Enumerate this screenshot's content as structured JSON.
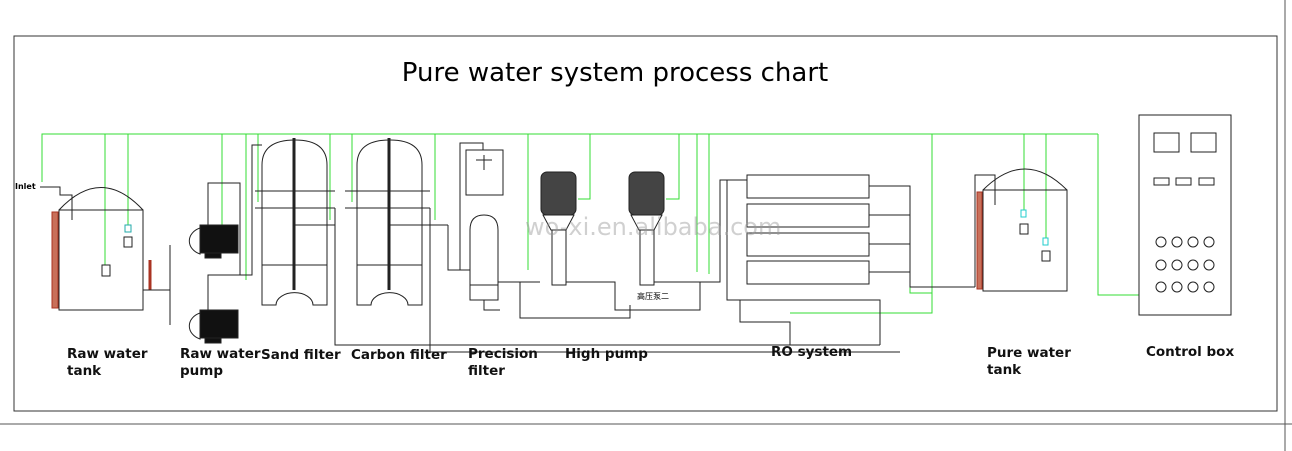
{
  "title": "Pure water system process chart",
  "inlet_label": "Inlet",
  "watermark": "wo-xi.en.alibaba.com",
  "pump_tag": "高压泵二",
  "colors": {
    "signal_line": "#33dd33",
    "pipe": "#222222",
    "level_gauge": "#aa3322",
    "sensor": "#22cccc"
  },
  "components": [
    {
      "id": "raw-water-tank",
      "label": "Raw water\ntank"
    },
    {
      "id": "raw-water-pump",
      "label": "Raw water\npump"
    },
    {
      "id": "sand-filter",
      "label": "Sand filter"
    },
    {
      "id": "carbon-filter",
      "label": "Carbon filter"
    },
    {
      "id": "precision-filter",
      "label": "Precision\nfilter"
    },
    {
      "id": "high-pump",
      "label": "High pump"
    },
    {
      "id": "ro-system",
      "label": "RO system"
    },
    {
      "id": "pure-water-tank",
      "label": "Pure water\ntank"
    },
    {
      "id": "control-box",
      "label": "Control box"
    }
  ]
}
